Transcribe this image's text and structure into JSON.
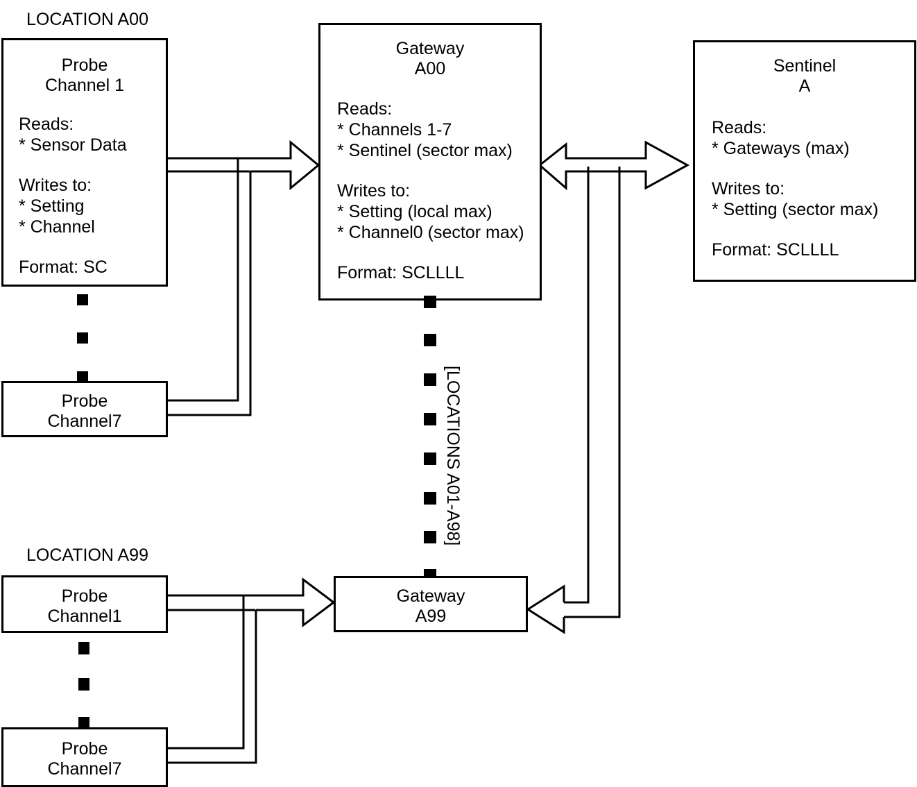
{
  "diagram": {
    "title_top_left": "LOCATION A00",
    "title_bottom_left": "LOCATION A99",
    "vertical_ellipsis_label": "[LOCATIONS A01-A98]"
  },
  "nodes": {
    "probe_a00_ch1": {
      "name_line1": "Probe",
      "name_line2": "Channel 1",
      "reads_header": "Reads:",
      "reads_items": [
        "* Sensor Data"
      ],
      "writes_header": "Writes to:",
      "writes_items": [
        "* Setting",
        "* Channel"
      ],
      "format": "Format: SC"
    },
    "probe_a00_ch7": {
      "name_line1": "Probe",
      "name_line2": "Channel7"
    },
    "gateway_a00": {
      "name_line1": "Gateway",
      "name_line2": "A00",
      "reads_header": "Reads:",
      "reads_items": [
        "* Channels 1-7",
        "* Sentinel (sector max)"
      ],
      "writes_header": "Writes to:",
      "writes_items": [
        "* Setting (local max)",
        "* Channel0 (sector max)"
      ],
      "format": "Format: SCLLLL"
    },
    "sentinel_a": {
      "name_line1": "Sentinel",
      "name_line2": "A",
      "reads_header": "Reads:",
      "reads_items": [
        "* Gateways (max)"
      ],
      "writes_header": "Writes to:",
      "writes_items": [
        "* Setting (sector max)"
      ],
      "format": "Format: SCLLLL"
    },
    "probe_a99_ch1": {
      "name_line1": "Probe",
      "name_line2": "Channel1"
    },
    "probe_a99_ch7": {
      "name_line1": "Probe",
      "name_line2": "Channel7"
    },
    "gateway_a99": {
      "name_line1": "Gateway",
      "name_line2": "A99"
    }
  },
  "colors": {
    "stroke": "#000000",
    "fill": "#ffffff"
  }
}
